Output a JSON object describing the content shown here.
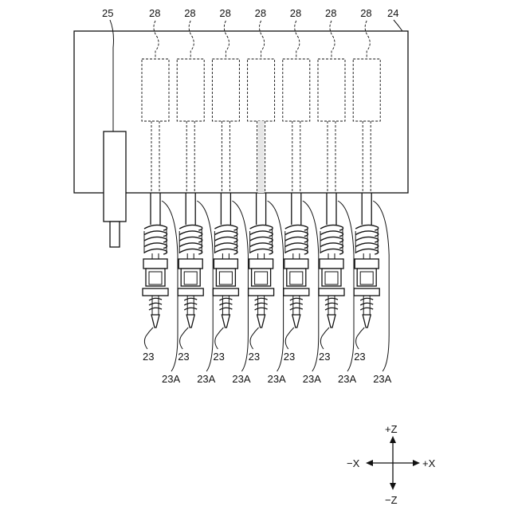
{
  "figure": {
    "frame_label": "24",
    "actuator_label": "25",
    "drive_label": "28",
    "nozzle_label": "23",
    "tip_label": "23A",
    "units": 7
  },
  "axes": {
    "plus_z": "+Z",
    "minus_z": "−Z",
    "plus_x": "+X",
    "minus_x": "−X"
  },
  "colors": {
    "line": "#111111",
    "background": "#ffffff"
  }
}
